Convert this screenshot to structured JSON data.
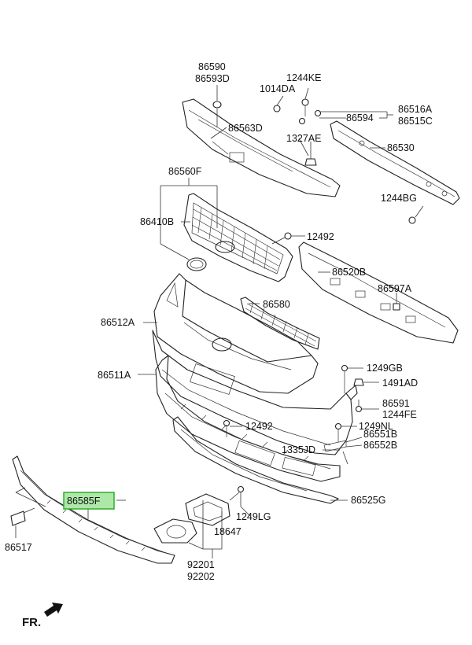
{
  "diagram": {
    "part_numbers": [
      "86590",
      "86593D",
      "1244KE",
      "1014DA",
      "86516A",
      "86515C",
      "86594",
      "86563D",
      "1327AE",
      "86530",
      "86560F",
      "1244BG",
      "86410B",
      "12492",
      "86520B",
      "86597A",
      "86580",
      "86512A",
      "1249GB",
      "86511A",
      "1491AD",
      "86591",
      "1244FE",
      "12492",
      "1249NL",
      "86551B",
      "86552B",
      "1335JD",
      "86585F",
      "86525G",
      "86517",
      "1249LG",
      "18647",
      "92201",
      "92202"
    ],
    "highlighted_part": "86585F",
    "direction_label": "FR.",
    "colors": {
      "highlight_fill": "#aee8a8",
      "highlight_border": "#22a822",
      "line": "#222222"
    }
  }
}
